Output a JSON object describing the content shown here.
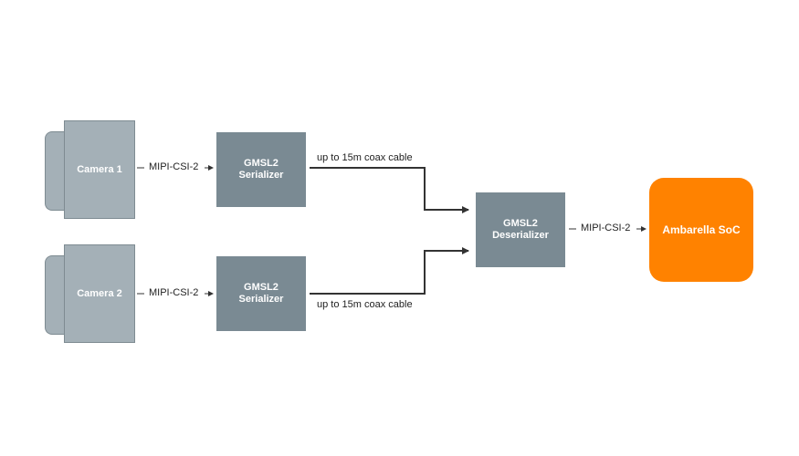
{
  "cameras": [
    {
      "label": "Camera 1"
    },
    {
      "label": "Camera 2"
    }
  ],
  "serializers": [
    {
      "line1": "GMSL2",
      "line2": "Serializer"
    },
    {
      "line1": "GMSL2",
      "line2": "Serializer"
    }
  ],
  "deserializer": {
    "line1": "GMSL2",
    "line2": "Deserializer"
  },
  "soc": {
    "label": "Ambarella SoC"
  },
  "links": {
    "mipi_cam1": "MIPI-CSI-2",
    "mipi_cam2": "MIPI-CSI-2",
    "mipi_soc": "MIPI-CSI-2",
    "coax_top": "up to 15m coax cable",
    "coax_bottom": "up to 15m coax cable"
  },
  "colors": {
    "camera_fill": "#a4b0b7",
    "chip_fill": "#7a8a93",
    "soc_fill": "#ff8200",
    "line": "#333333"
  }
}
